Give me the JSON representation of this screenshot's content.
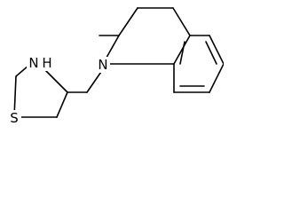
{
  "structure": {
    "atoms": [
      {
        "symbol": "N",
        "role": "quinoline-nitrogen"
      },
      {
        "symbol": "N",
        "role": "thiazolidine-nitrogen",
        "hydrogen": "H"
      },
      {
        "symbol": "S",
        "role": "thiazolidine-sulfur"
      }
    ]
  },
  "labels": {
    "n_quinoline": "N",
    "n_thiazolidine": "N",
    "h_thiazolidine": "H",
    "s_thiazolidine": "S"
  }
}
